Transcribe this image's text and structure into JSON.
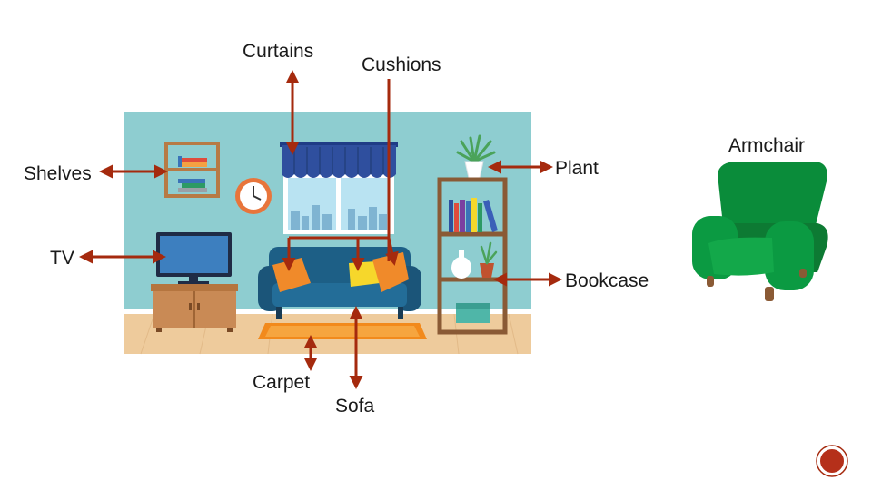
{
  "labels": {
    "curtains": "Curtains",
    "cushions": "Cushions",
    "shelves": "Shelves",
    "plant": "Plant",
    "armchair": "Armchair",
    "tv": "TV",
    "bookcase": "Bookcase",
    "carpet": "Carpet",
    "sofa": "Sofa"
  },
  "colors": {
    "arrow": "#a52a0e",
    "wall": "#8ecdd0",
    "floor": "#eecb9c",
    "sofa": "#1d5f86",
    "armchair": "#0a8c3a",
    "curtain": "#2f4f9e",
    "cushion_orange": "#f08a2a",
    "cushion_yellow": "#f6d72b",
    "carpet": "#f28a1c",
    "wood": "#c98a55"
  },
  "icons": {
    "slide_badge": "round-badge-icon"
  }
}
